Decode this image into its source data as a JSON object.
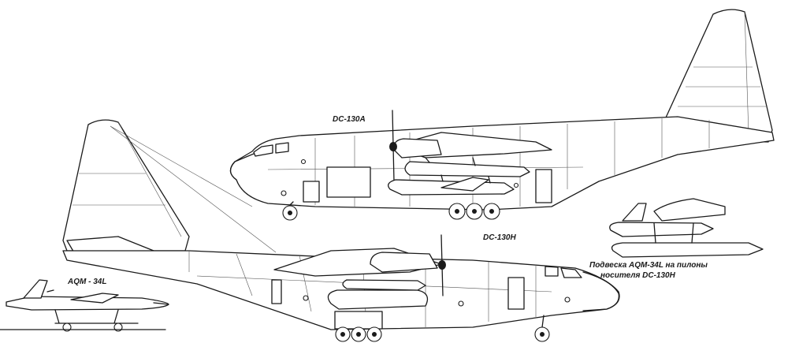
{
  "labels": {
    "top_aircraft": "DC-130A",
    "bottom_aircraft": "DC-130H",
    "drone": "AQM - 34L",
    "caption_line1": "Подвеска AQM-34L на пилоны",
    "caption_line2": "носителя DC-130H"
  },
  "colors": {
    "ink": "#1a1a1a",
    "paper": "#ffffff"
  }
}
